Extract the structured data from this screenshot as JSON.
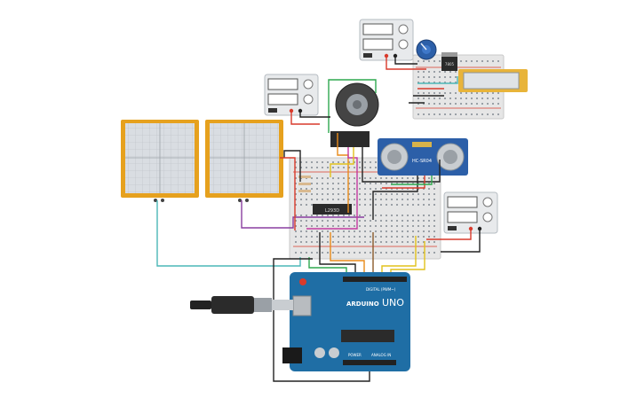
{
  "canvas_background": "#ffffff",
  "components": {
    "arduino": {
      "brand": "ARDUINO",
      "model": "UNO",
      "digital_header": "DIGITAL (PWM~)",
      "power_header": "POWER",
      "analog_header": "ANALOG IN",
      "board_color": "#1f6ea5",
      "usb_cable_icon": "usb-plug-icon"
    },
    "sensor": {
      "label": "HC-SR04",
      "board_color": "#2c5fa8"
    },
    "driver_ic": {
      "label": "L293D"
    },
    "lcd": {
      "display_color": "#e8b43a"
    },
    "regulator": {
      "label": "7805"
    },
    "power_supplies": {
      "count": 3
    },
    "force_pads": {
      "count": 2,
      "frame_color": "#e6a11e"
    },
    "potentiometer": {
      "knob_color": "#2c5fa8"
    }
  },
  "wire_colors": {
    "red": "#d93a2b",
    "black": "#222222",
    "green": "#2fa84f",
    "orange": "#e88a1a",
    "yellow": "#e2c21c",
    "purple": "#8a3fa0",
    "teal": "#4bb7b7",
    "brown": "#8b5a2b",
    "magenta": "#c43aa0"
  }
}
